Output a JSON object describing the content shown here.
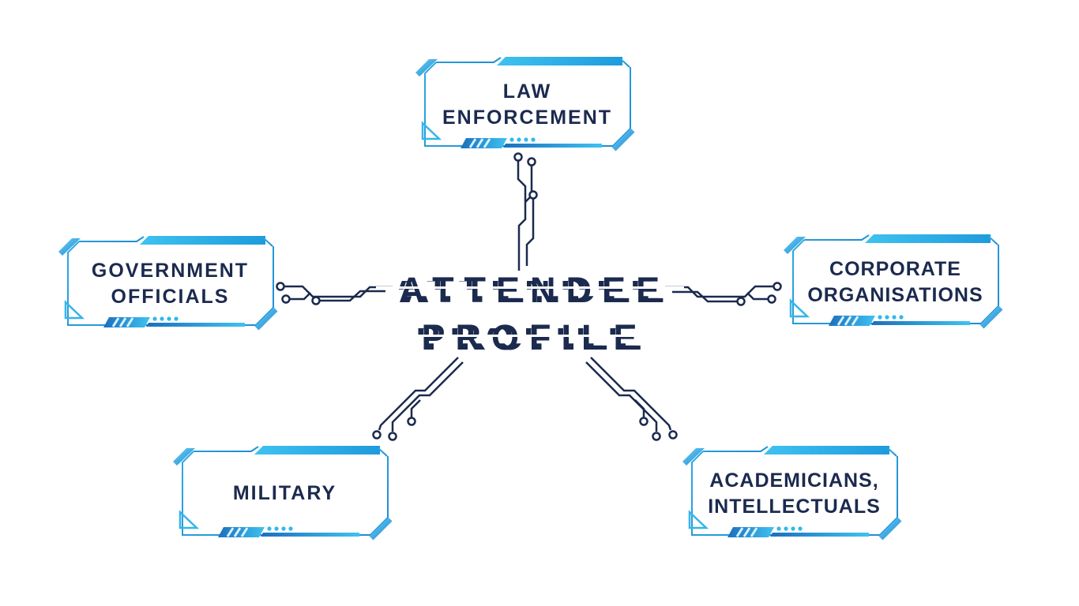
{
  "diagram": {
    "title": "ATTENDEE PROFILE",
    "center": {
      "line1": "ATTENDEE",
      "line2": "PROFILE"
    },
    "nodes": [
      {
        "id": "law-enforcement",
        "label": "LAW\nENFORCEMENT"
      },
      {
        "id": "government-officials",
        "label": "GOVERNMENT\nOFFICIALS"
      },
      {
        "id": "corporate-organisations",
        "label": "CORPORATE\nORGANISATIONS"
      },
      {
        "id": "military",
        "label": "MILITARY"
      },
      {
        "id": "academicians-intellectuals",
        "label": "ACADEMICIANS,\nINTELLECTUALS"
      }
    ],
    "colors": {
      "accent_cyan": "#3FC2F0",
      "accent_blue": "#1B7FD0",
      "text_navy": "#1B2A4E",
      "background": "#FFFFFF"
    }
  }
}
